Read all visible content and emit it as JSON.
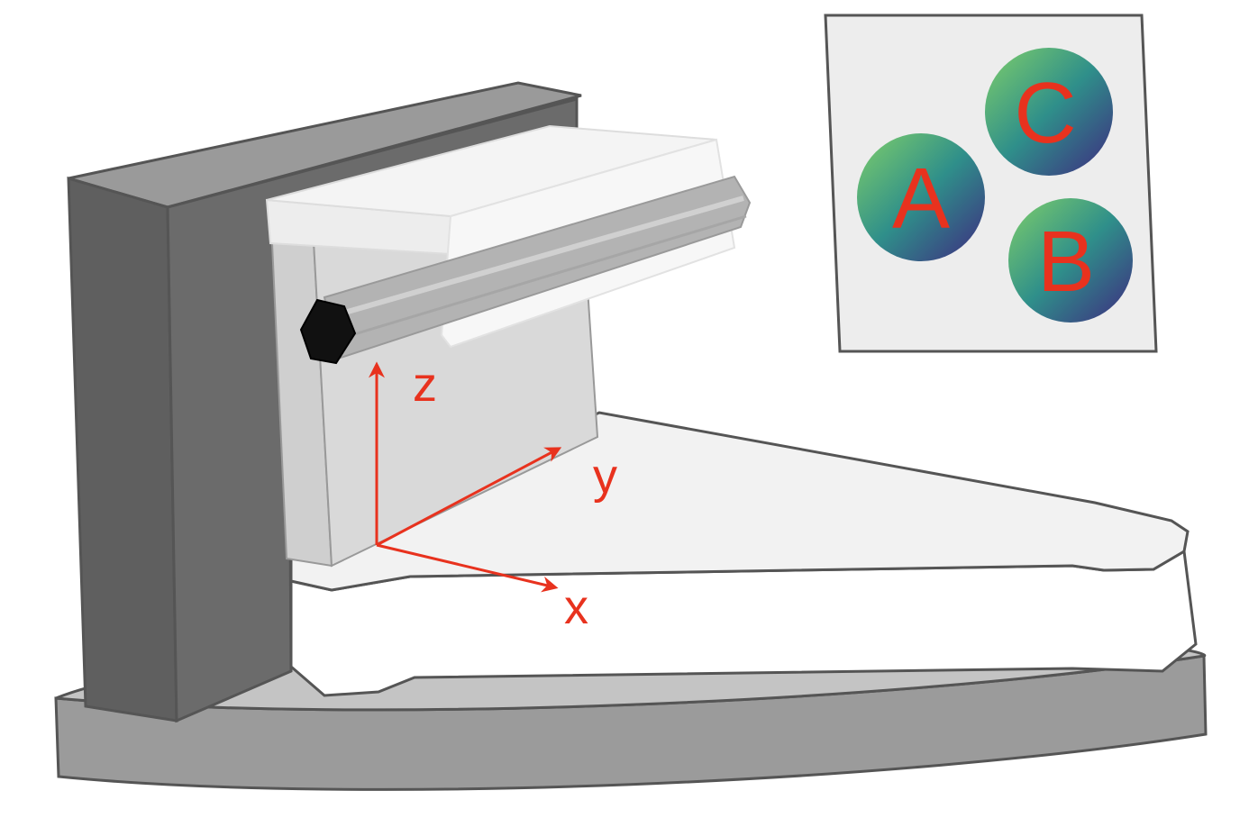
{
  "colors": {
    "axis": "#e8321e",
    "label": "#e8321e",
    "outline": "#555555",
    "base": "#9b9b9b",
    "base_top": "#c4c4c4",
    "column_front": "#6b6b6b",
    "column_side": "#5f5f5f",
    "column_top": "#9a9a9a",
    "table_top": "#f2f2f2",
    "table_side": "#ffffff",
    "plate": "#d9d9d9",
    "plate_side": "#cfcfcf",
    "clamp": "#f4f4f4",
    "rod": "#b3b3b3",
    "rod_end": "#111111",
    "inset_bg": "#ededed",
    "sphere_light": "#7fcf6a",
    "sphere_mid": "#2f8f8a",
    "sphere_dark": "#3e2a80"
  },
  "axes": {
    "x": "x",
    "y": "y",
    "z": "z"
  },
  "inset": {
    "spheres": [
      {
        "id": "A",
        "label": "A"
      },
      {
        "id": "B",
        "label": "B"
      },
      {
        "id": "C",
        "label": "C"
      }
    ]
  }
}
